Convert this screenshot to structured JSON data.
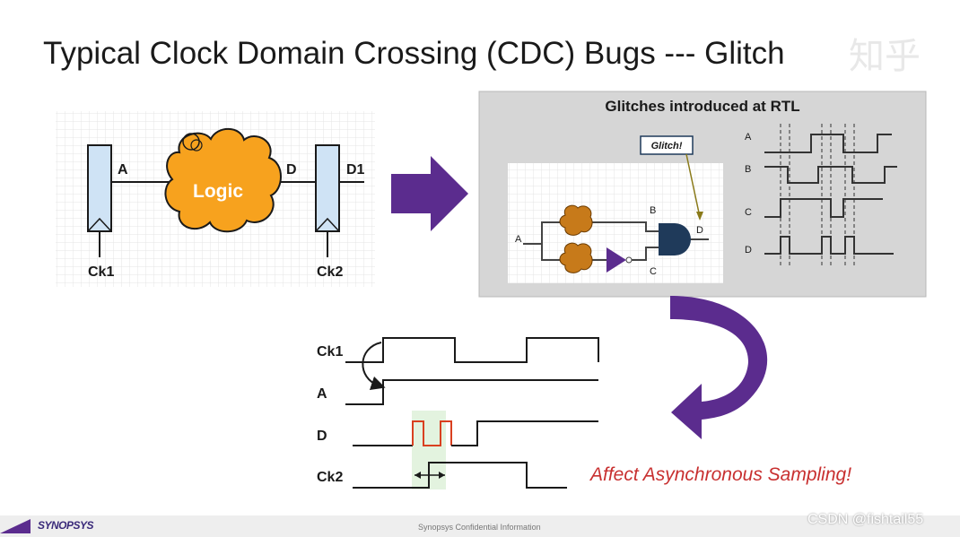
{
  "title": "Typical Clock Domain Crossing (CDC) Bugs --- Glitch",
  "watermark": "知乎",
  "left_diagram": {
    "logic_label": "Logic",
    "signal_a": "A",
    "signal_d": "D",
    "signal_d1": "D1",
    "clock1": "Ck1",
    "clock2": "Ck2"
  },
  "rtl_panel": {
    "title": "Glitches introduced at RTL",
    "callout": "Glitch!",
    "node_a": "A",
    "node_b": "B",
    "node_c": "C",
    "node_d": "D",
    "wave_labels": [
      "A",
      "B",
      "C",
      "D"
    ]
  },
  "timing": {
    "labels": [
      "Ck1",
      "A",
      "D",
      "Ck2"
    ],
    "caption": "Affect Asynchronous Sampling!"
  },
  "footer": {
    "logo": "SYNOPSYS",
    "confidential": "Synopsys Confidential Information",
    "credit": "CSDN @fishtail55"
  },
  "colors": {
    "arrow_purple": "#5b2c8e",
    "logic_orange": "#f7a21e",
    "flop_blue": "#cfe3f5",
    "glitch_red": "#d94020",
    "and_gate_navy": "#1f3a5a",
    "caption_red": "#c83030"
  }
}
